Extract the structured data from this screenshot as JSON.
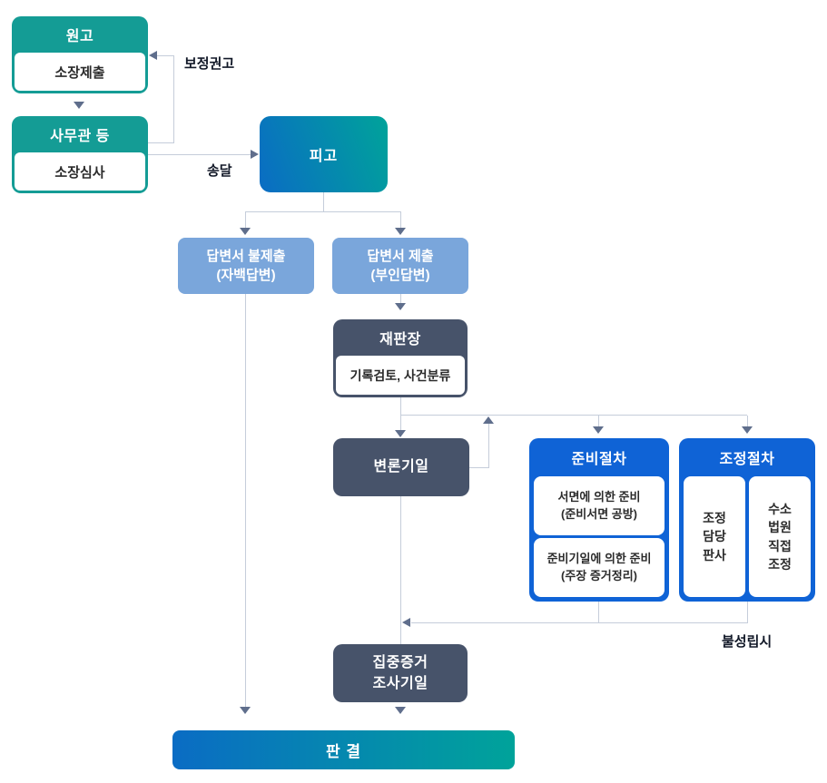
{
  "colors": {
    "teal": "#149c95",
    "slate": "#47536a",
    "blue": "#0f63d6",
    "lightblue": "#7aa6db",
    "grad-start": "#0a6cc4",
    "grad-end": "#00a39a",
    "line": "#c5cdda",
    "arrow": "#5f6e8c",
    "text-dark": "#2b2b2b",
    "label": "#111827"
  },
  "nodes": {
    "plaintiff": {
      "header": "원고",
      "body": "소장제출"
    },
    "clerk": {
      "header": "사무관 등",
      "body": "소장심사"
    },
    "defendant": {
      "label": "피고"
    },
    "answer_not_filed": {
      "line1": "답변서 불제출",
      "line2": "(자백답변)"
    },
    "answer_filed": {
      "line1": "답변서 제출",
      "line2": "(부인답변)"
    },
    "presiding_judge": {
      "header": "재판장",
      "body": "기록검토, 사건분류"
    },
    "hearing": {
      "label": "변론기일"
    },
    "preparation": {
      "header": "준비절차",
      "item1": {
        "line1": "서면에 의한 준비",
        "line2": "(준비서면 공방)"
      },
      "item2": {
        "line1": "준비기일에 의한 준비",
        "line2": "(주장 증거정리)"
      }
    },
    "mediation": {
      "header": "조정절차",
      "item1": {
        "line1": "조정",
        "line2": "담당",
        "line3": "판사"
      },
      "item2": {
        "line1": "수소",
        "line2": "법원",
        "line3": "직접",
        "line4": "조정"
      }
    },
    "evidence_exam": {
      "line1": "집중증거",
      "line2": "조사기일"
    },
    "judgment": {
      "label": "판 결"
    }
  },
  "edge_labels": {
    "correction": "보정권고",
    "service": "송달",
    "failure": "불성립시"
  }
}
